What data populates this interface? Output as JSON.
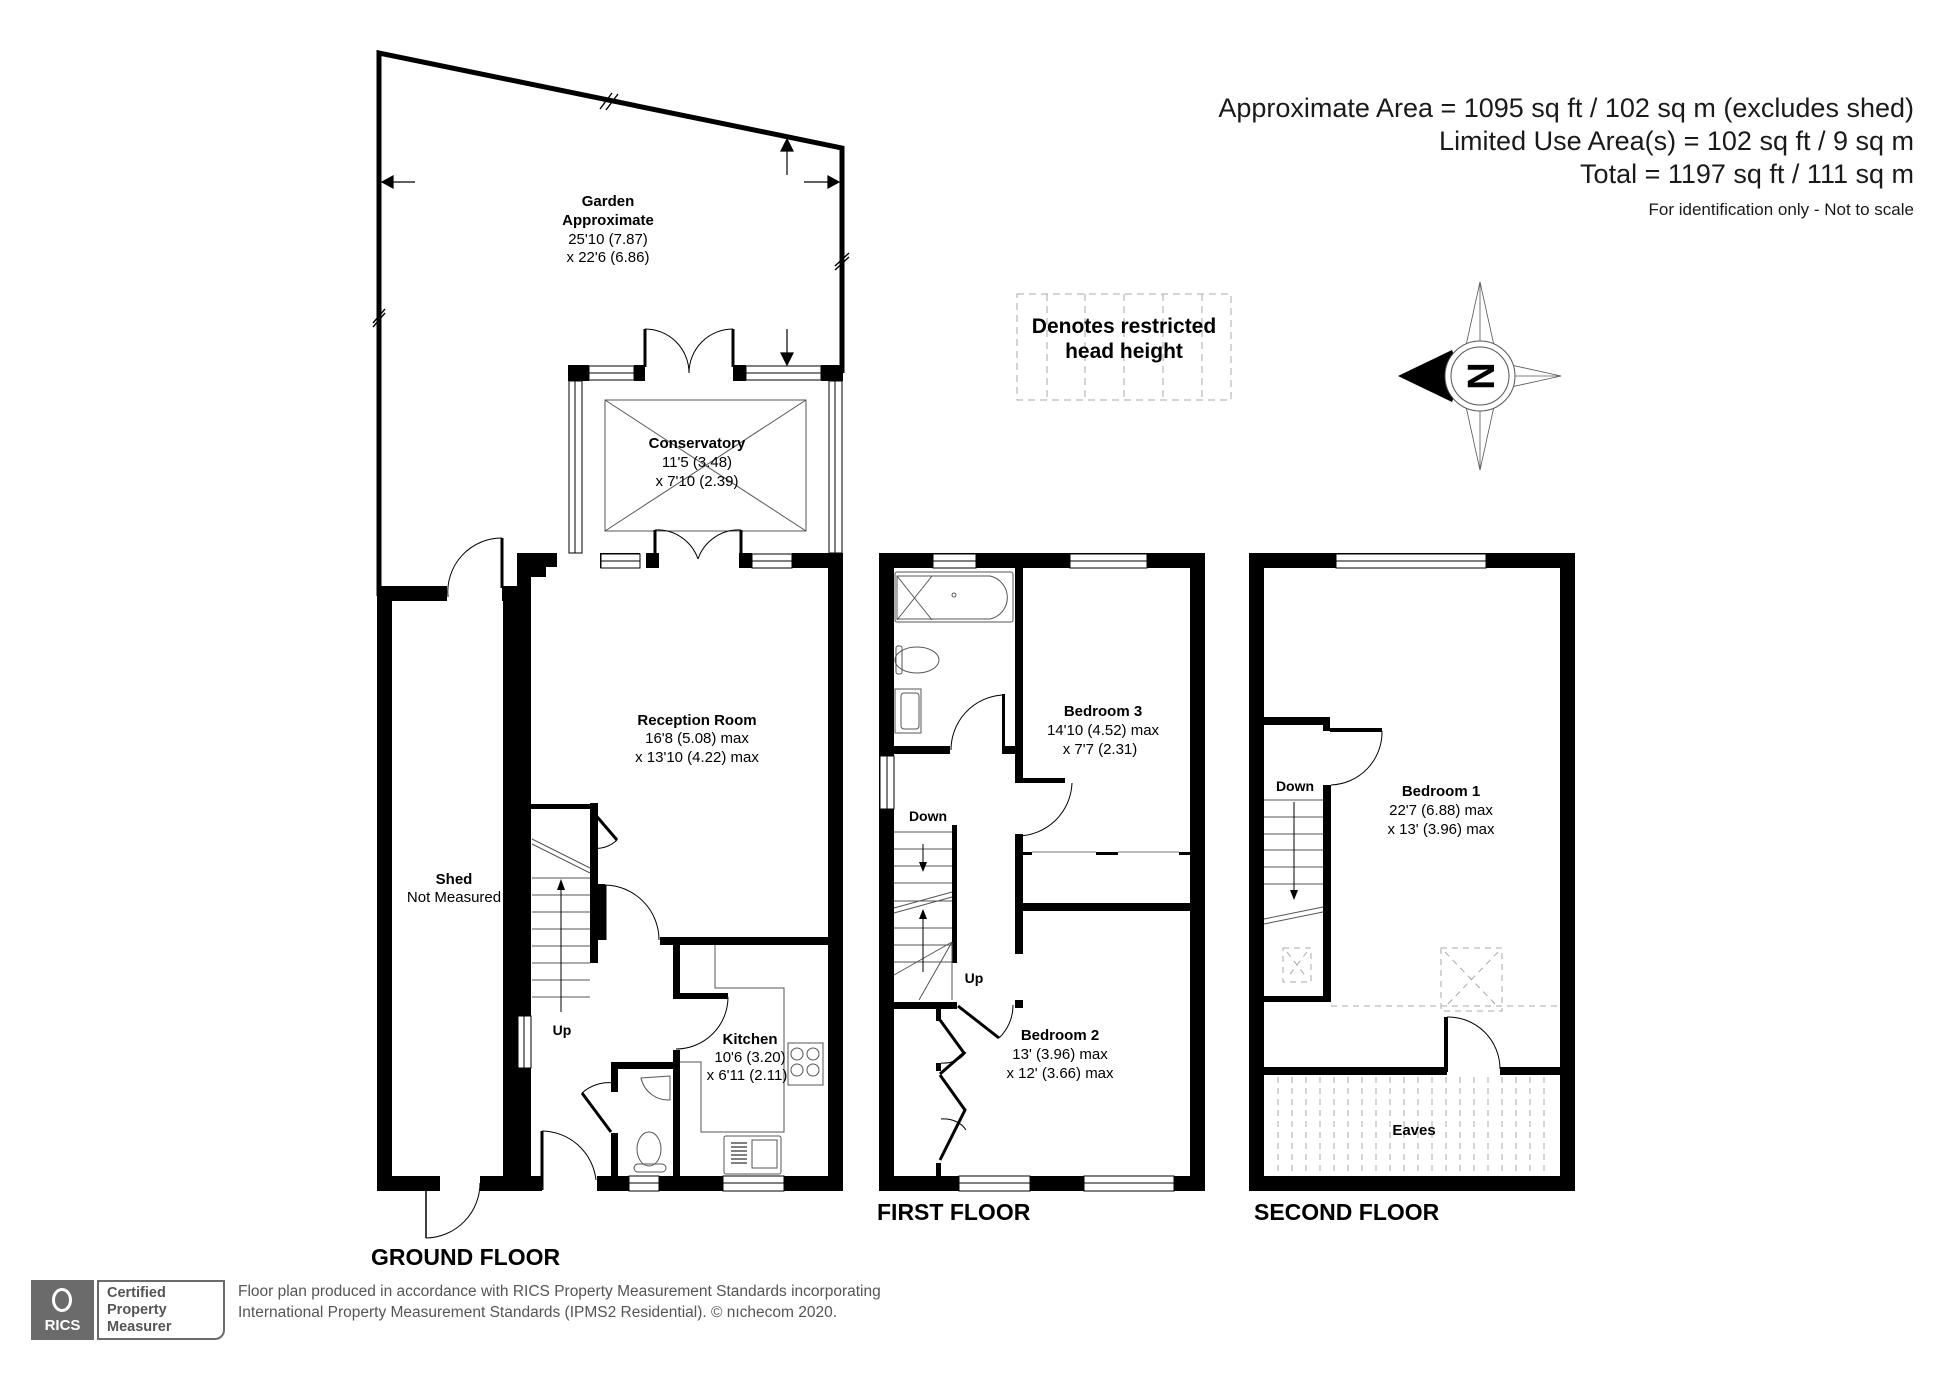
{
  "summary": {
    "approx_area": "Approximate Area = 1095 sq ft / 102 sq m (excludes shed)",
    "limited_use_area": "Limited Use Area(s) = 102 sq ft / 9 sq m",
    "total": "Total = 1197 sq ft / 111 sq m",
    "note": "For identification only - Not to scale"
  },
  "legend": {
    "line1": "Denotes restricted",
    "line2": "head height"
  },
  "compass": {
    "letter": "N"
  },
  "floors": {
    "ground": {
      "label": "GROUND FLOOR",
      "rooms": {
        "garden": {
          "name1": "Garden",
          "name2": "Approximate",
          "dim1": "25'10 (7.87)",
          "dim2": "x 22'6 (6.86)"
        },
        "conservatory": {
          "name": "Conservatory",
          "dim1": "11'5 (3.48)",
          "dim2": "x 7'10 (2.39)"
        },
        "reception": {
          "name": "Reception Room",
          "dim1": "16'8 (5.08) max",
          "dim2": "x 13'10 (4.22) max"
        },
        "shed": {
          "name": "Shed",
          "dim1": "Not Measured"
        },
        "kitchen": {
          "name": "Kitchen",
          "dim1": "10'6 (3.20)",
          "dim2": "x 6'11 (2.11)"
        }
      },
      "stairs_label": "Up"
    },
    "first": {
      "label": "FIRST FLOOR",
      "rooms": {
        "bedroom3": {
          "name": "Bedroom 3",
          "dim1": "14'10 (4.52) max",
          "dim2": "x 7'7 (2.31)"
        },
        "bedroom2": {
          "name": "Bedroom 2",
          "dim1": "13' (3.96) max",
          "dim2": "x 12' (3.66) max"
        }
      },
      "stairs_down": "Down",
      "stairs_up": "Up"
    },
    "second": {
      "label": "SECOND FLOOR",
      "rooms": {
        "bedroom1": {
          "name": "Bedroom 1",
          "dim1": "22'7 (6.88) max",
          "dim2": "x 13' (3.96) max"
        },
        "eaves": {
          "name": "Eaves"
        }
      },
      "stairs_down": "Down"
    }
  },
  "footer": {
    "rics_logo": "RICS",
    "rics_cert_1": "Certified",
    "rics_cert_2": "Property",
    "rics_cert_3": "Measurer",
    "line1": "Floor plan produced in accordance with RICS Property Measurement Standards incorporating",
    "line2": "International Property Measurement Standards (IPMS2 Residential).   © nıchecom 2020."
  },
  "colors": {
    "wall": "#000000",
    "fixture_line": "#555555",
    "dashed": "#9a9a9a",
    "footer_grey": "#6b6b6b"
  }
}
